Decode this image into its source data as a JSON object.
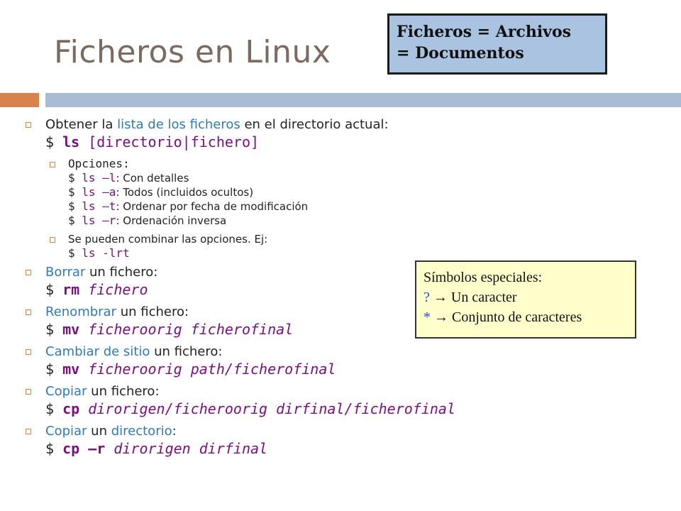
{
  "title": "Ficheros en Linux",
  "note_box": {
    "line1": "Ficheros = Archivos",
    "line2": "= Documentos"
  },
  "symbols_box": {
    "heading": "Símbolos especiales:",
    "q_symbol": "?",
    "q_arrow": "→",
    "q_text": "Un caracter",
    "star_symbol": "*",
    "star_arrow": "→",
    "star_text": "Conjunto de caracteres"
  },
  "items": {
    "ls": {
      "prefix": "Obtener la ",
      "link": "lista de los ficheros",
      "suffix": " en el directorio actual:",
      "dollar": "$ ",
      "cmd": "ls",
      "args": " [directorio|fichero]",
      "options_label": "Opciones:",
      "options": [
        {
          "dollar": "$ ",
          "flag": "ls –l",
          "desc": ": Con detalles"
        },
        {
          "dollar": "$ ",
          "flag": "ls –a",
          "desc": ": Todos (incluidos ocultos)"
        },
        {
          "dollar": "$ ",
          "flag": "ls –t",
          "desc": ": Ordenar por fecha de modificación"
        },
        {
          "dollar": "$ ",
          "flag": "ls –r",
          "desc": ": Ordenación inversa"
        }
      ],
      "combine_text": "Se pueden combinar las opciones. Ej:",
      "combine_dollar": "$ ",
      "combine_cmd": "ls -lrt"
    },
    "rm": {
      "link": "Borrar",
      "suffix": " un fichero:",
      "dollar": "$ ",
      "cmd": "rm",
      "args": " fichero"
    },
    "mv1": {
      "link": "Renombrar",
      "suffix": " un fichero:",
      "dollar": "$ ",
      "cmd": "mv",
      "args": " ficheroorig ficherofinal"
    },
    "mv2": {
      "link": "Cambiar de sitio",
      "suffix": " un fichero:",
      "dollar": "$ ",
      "cmd": "mv",
      "args": " ficheroorig path/ficherofinal"
    },
    "cp1": {
      "link": "Copiar",
      "suffix": " un fichero:",
      "dollar": "$ ",
      "cmd": "cp",
      "args": " dirorigen/ficheroorig dirfinal/ficherofinal"
    },
    "cp2": {
      "link": "Copiar",
      "mid": " un ",
      "link2": "directorio",
      "suffix": ":",
      "dollar": "$ ",
      "cmd": "cp –r",
      "args": " dirorigen dirfinal"
    }
  },
  "colors": {
    "accent": "#d9824e",
    "bar": "#a8bcd3",
    "link": "#2e7bb8",
    "command": "#7a1080"
  }
}
